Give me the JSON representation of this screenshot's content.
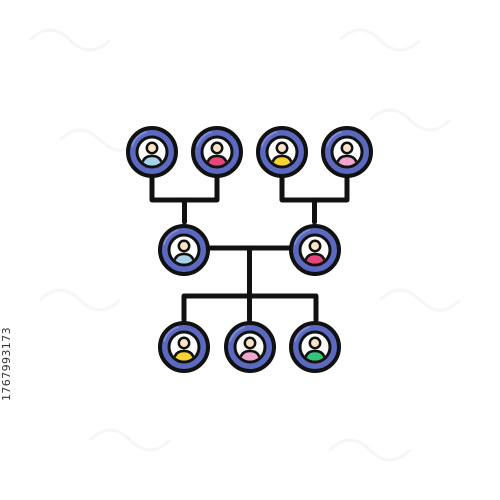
{
  "illustration": {
    "subject": "family-tree-icon",
    "colors": {
      "outline": "#111111",
      "ring": "#5b6ac0",
      "inner_background": "#ffffff",
      "skin": "#fbe3c6",
      "body_colors": [
        "#a8d2ec",
        "#e8457a",
        "#f7d231",
        "#f2a5cc",
        "#a8d2ec",
        "#e8457a",
        "#f7d231",
        "#f2a5cc",
        "#2fc77a"
      ]
    },
    "members": [
      {
        "id": "grandparent-1",
        "generation": 1,
        "body_color": "#a8d2ec"
      },
      {
        "id": "grandparent-2",
        "generation": 1,
        "body_color": "#e8457a"
      },
      {
        "id": "grandparent-3",
        "generation": 1,
        "body_color": "#f7d231"
      },
      {
        "id": "grandparent-4",
        "generation": 1,
        "body_color": "#f2a5cc"
      },
      {
        "id": "parent-1",
        "generation": 2,
        "body_color": "#a8d2ec"
      },
      {
        "id": "parent-2",
        "generation": 2,
        "body_color": "#e8457a"
      },
      {
        "id": "child-1",
        "generation": 3,
        "body_color": "#f7d231"
      },
      {
        "id": "child-2",
        "generation": 3,
        "body_color": "#f2a5cc"
      },
      {
        "id": "child-3",
        "generation": 3,
        "body_color": "#2fc77a"
      }
    ]
  },
  "stock_id": "1767993173"
}
